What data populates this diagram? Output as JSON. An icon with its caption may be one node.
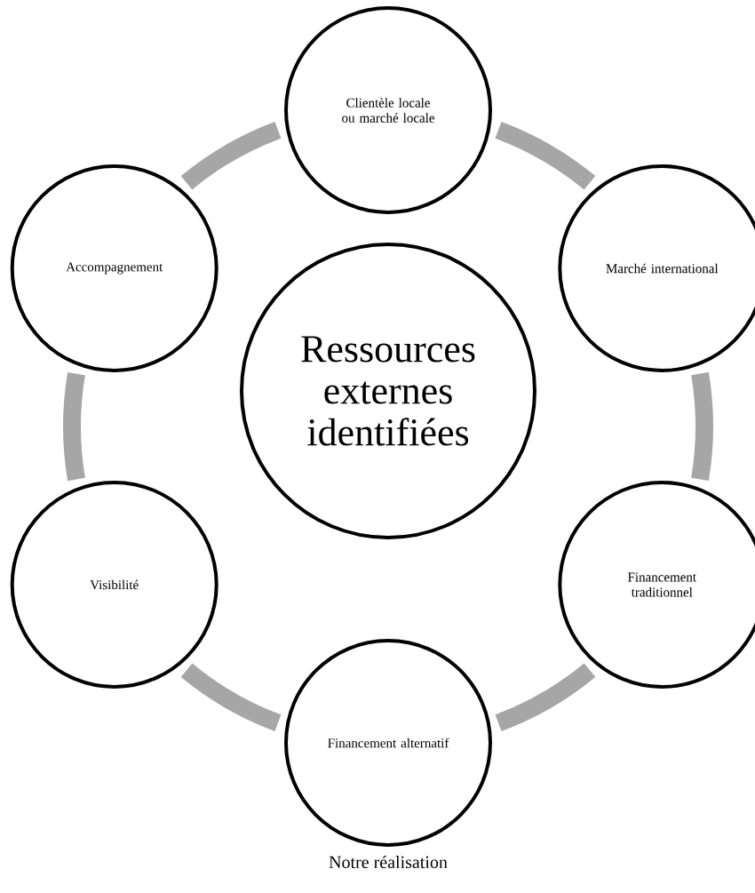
{
  "diagram": {
    "caption": "Notre réalisation",
    "nodes": [
      {
        "text": [
          "Ressources externes identifiées"
        ]
      },
      {
        "text": [
          "Clientèle locale ou marché locale"
        ]
      },
      {
        "text": [
          "Marché international"
        ]
      },
      {
        "text": [
          "Financement traditionnel"
        ]
      },
      {
        "text": [
          "Financement alternatif"
        ]
      },
      {
        "text": [
          "Visibilité"
        ]
      },
      {
        "text": [
          "Accompagnement"
        ]
      }
    ],
    "edges": [
      {
        "from": 1,
        "to": 2,
        "arrow": "none"
      },
      {
        "from": 2,
        "to": 3,
        "arrow": "none"
      },
      {
        "from": 3,
        "to": 4,
        "arrow": "none"
      },
      {
        "from": 4,
        "to": 5,
        "arrow": "none"
      },
      {
        "from": 5,
        "to": 6,
        "arrow": "none"
      },
      {
        "from": 6,
        "to": 1,
        "arrow": "none"
      }
    ]
  }
}
